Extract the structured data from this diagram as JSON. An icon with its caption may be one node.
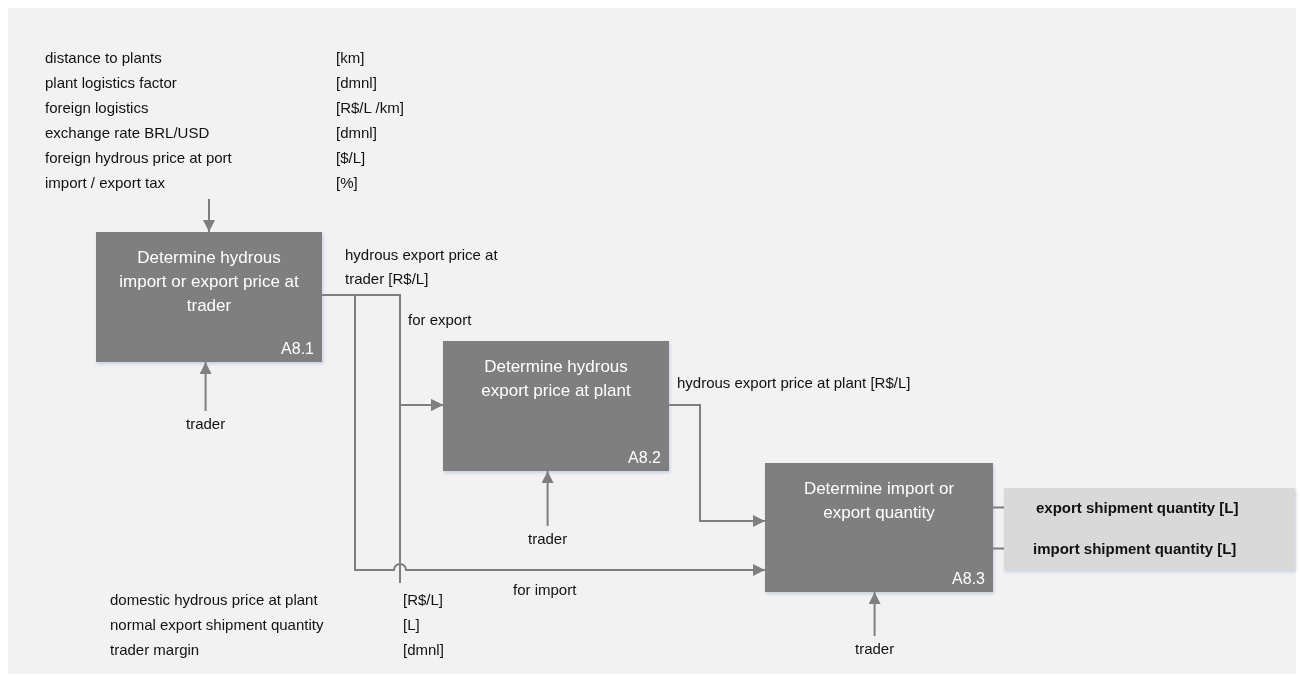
{
  "diagram": {
    "nodes": [
      {
        "text": [
          "distance to plants",
          "[km]",
          "plant logistics factor",
          "[dmnl]",
          "foreign logistics",
          "[R$/L /km]",
          "exchange rate BRL/USD",
          "[dmnl]",
          "foreign hydrous price at port",
          "[$/L]",
          "import / export tax",
          "[%]"
        ]
      },
      {
        "text": [
          "Determine hydrous import or export price at  trader",
          "A8.1"
        ]
      },
      {
        "text": [
          "trader"
        ]
      },
      {
        "text": [
          "Determine hydrous export price at plant",
          "A8.2"
        ]
      },
      {
        "text": [
          "trader"
        ]
      },
      {
        "text": [
          "Determine import or export quantity",
          "A8.3"
        ]
      },
      {
        "text": [
          "trader"
        ]
      },
      {
        "text": [],
        "shape": "box"
      },
      {
        "text": [
          "export shipment quantity [L]"
        ],
        "in": 7
      },
      {
        "text": [
          "import shipment quantity [L]"
        ],
        "in": 7
      },
      {
        "text": [
          "domestic hydrous price at plant",
          "[R$/L]",
          "normal export shipment quantity",
          "[L]",
          "trader margin",
          "[dmnl]"
        ]
      }
    ],
    "edges": [
      {
        "from": 0,
        "to": 1,
        "arrow": "to"
      },
      {
        "from": 2,
        "to": 1,
        "arrow": "to"
      },
      {
        "from": 1,
        "to": 3,
        "arrow": "to",
        "label": "for export"
      },
      {
        "from": 10,
        "to": 3,
        "arrow": "to"
      },
      {
        "from": 1,
        "to": 5,
        "arrow": "to",
        "label": "for import"
      },
      {
        "from": 4,
        "to": 3,
        "arrow": "to"
      },
      {
        "from": 3,
        "to": 5,
        "arrow": "to",
        "label": "hydrous export price at plant [R$/L]"
      },
      {
        "from": 6,
        "to": 5,
        "arrow": "to"
      },
      {
        "from": 5,
        "to": 8,
        "arrow": "to"
      },
      {
        "from": 5,
        "to": 9,
        "arrow": "to"
      }
    ],
    "labels": [
      "hydrous export price at trader [R$/L]"
    ]
  }
}
